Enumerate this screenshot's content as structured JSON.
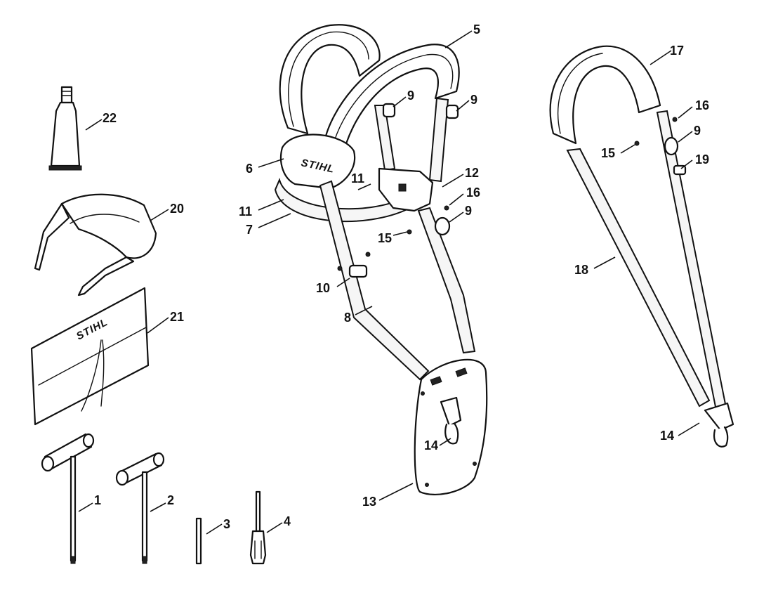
{
  "brand_labels": {
    "harness_plate": "STIHL",
    "tool_bag": "STIHL"
  },
  "callouts": [
    {
      "id": "c1",
      "number": "1"
    },
    {
      "id": "c2",
      "number": "2"
    },
    {
      "id": "c3",
      "number": "3"
    },
    {
      "id": "c4",
      "number": "4"
    },
    {
      "id": "c5",
      "number": "5"
    },
    {
      "id": "c6",
      "number": "6"
    },
    {
      "id": "c7",
      "number": "7"
    },
    {
      "id": "c8",
      "number": "8"
    },
    {
      "id": "c9a",
      "number": "9"
    },
    {
      "id": "c9b",
      "number": "9"
    },
    {
      "id": "c9c",
      "number": "9"
    },
    {
      "id": "c9d",
      "number": "9"
    },
    {
      "id": "c10",
      "number": "10"
    },
    {
      "id": "c11a",
      "number": "11"
    },
    {
      "id": "c11b",
      "number": "11"
    },
    {
      "id": "c12",
      "number": "12"
    },
    {
      "id": "c13",
      "number": "13"
    },
    {
      "id": "c14a",
      "number": "14"
    },
    {
      "id": "c14b",
      "number": "14"
    },
    {
      "id": "c15a",
      "number": "15"
    },
    {
      "id": "c15b",
      "number": "15"
    },
    {
      "id": "c16a",
      "number": "16"
    },
    {
      "id": "c16b",
      "number": "16"
    },
    {
      "id": "c17",
      "number": "17"
    },
    {
      "id": "c18",
      "number": "18"
    },
    {
      "id": "c19",
      "number": "19"
    },
    {
      "id": "c20",
      "number": "20"
    },
    {
      "id": "c21",
      "number": "21"
    },
    {
      "id": "c22",
      "number": "22"
    }
  ]
}
